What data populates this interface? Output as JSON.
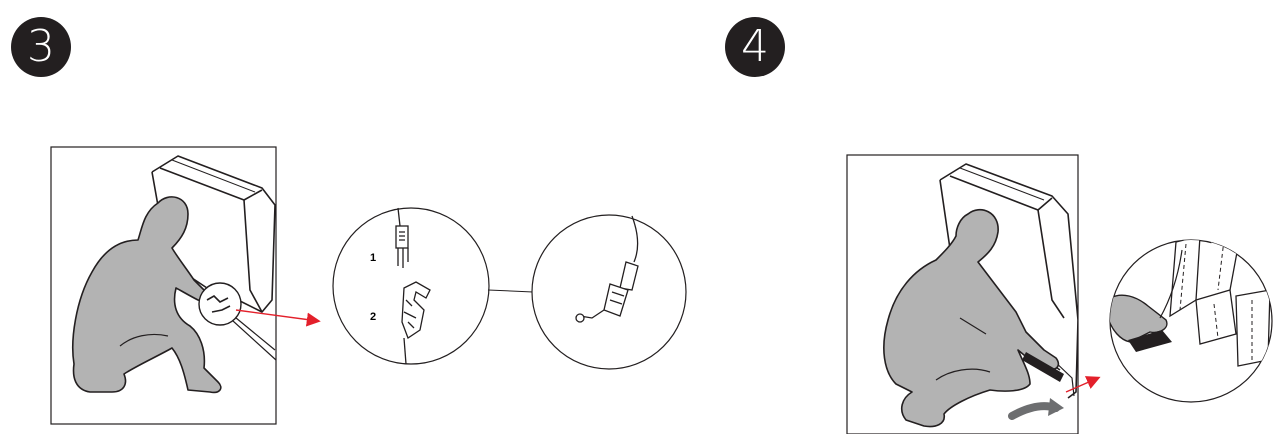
{
  "steps": [
    {
      "number": "3",
      "detail_labels": [
        "1",
        "2"
      ]
    },
    {
      "number": "4"
    }
  ],
  "colors": {
    "badge_bg": "#231f20",
    "badge_text": "#ffffff",
    "figure_fill": "#b3b3b3",
    "pointer_arrow": "#e3202b",
    "motion_arrow": "#6d6e70",
    "line": "#231f20"
  }
}
